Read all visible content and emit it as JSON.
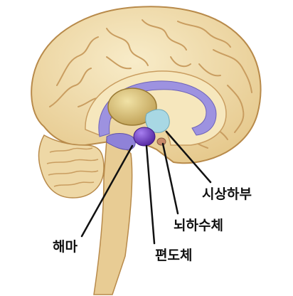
{
  "labels": {
    "hypothalamus": "시상하부",
    "pituitary": "뇌하수체",
    "hippocampus": "해마",
    "amygdala": "편도체"
  },
  "colors": {
    "cortex": "#f0dcab",
    "cortex_outline": "#b88a4a",
    "gyrus_line": "#c99d60",
    "cerebellum": "#eed8a6",
    "thalamus": "#d8c27a",
    "limbic_band": "#9d92e0",
    "amygdala": "#6f3fc4",
    "hypothalamus": "#a8d8e4",
    "pituitary": "#c98a6a",
    "leader_line": "#111111"
  }
}
